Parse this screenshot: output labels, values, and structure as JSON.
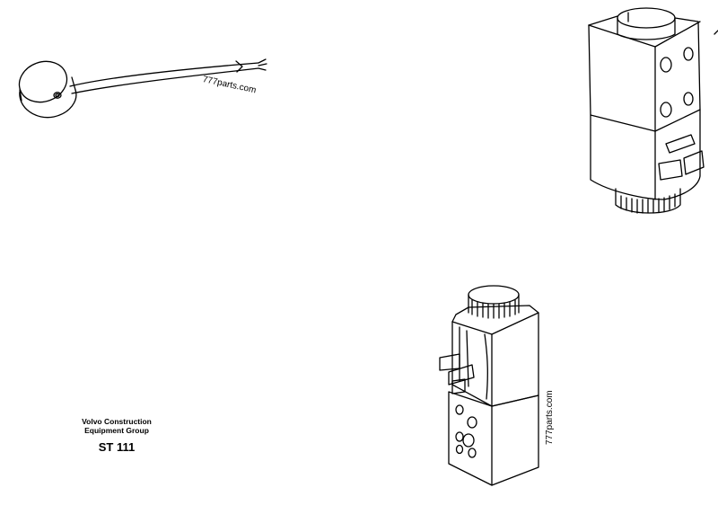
{
  "watermarks": [
    "777parts.com",
    "777parts.com"
  ],
  "caption": {
    "line1": "Volvo Construction",
    "line2": "Equipment Group",
    "code": "ST 111"
  },
  "icons": [
    "sensor-with-cable-icon",
    "solenoid-coil-icon",
    "solenoid-valve-icon"
  ]
}
